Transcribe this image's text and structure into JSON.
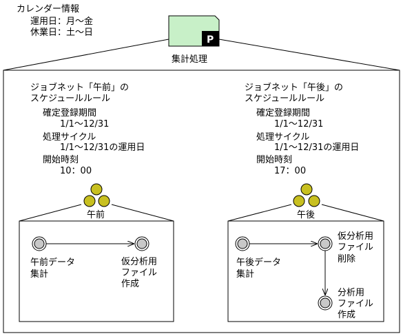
{
  "calendar": {
    "title": "カレンダー情報",
    "line1": "運用日：月～金",
    "line2": "休業日：土～日"
  },
  "root_job": {
    "label": "集計処理",
    "badge": "P"
  },
  "left_net": {
    "title1": "ジョブネット「午前」の",
    "title2": "スケジュールルール",
    "period_label": "確定登録期間",
    "period_value": "1/1～12/31",
    "cycle_label": "処理サイクル",
    "cycle_value": "1/1～12/31の運用日",
    "start_label": "開始時刻",
    "start_value": "10：00",
    "net_label": "午前",
    "job1": [
      "午前データ",
      "集計"
    ],
    "job2": [
      "仮分析用",
      "ファイル",
      "作成"
    ]
  },
  "right_net": {
    "title1": "ジョブネット「午後」の",
    "title2": "スケジュールルール",
    "period_label": "確定登録期間",
    "period_value": "1/1～12/31",
    "cycle_label": "処理サイクル",
    "cycle_value": "1/1～12/31の運用日",
    "start_label": "開始時刻",
    "start_value": "17：00",
    "net_label": "午後",
    "job1": [
      "午後データ",
      "集計"
    ],
    "job2": [
      "仮分析用",
      "ファイル",
      "削除"
    ],
    "job3": [
      "分析用",
      "ファイル",
      "作成"
    ]
  },
  "colors": {
    "root_fill": "#c8f0c8",
    "net_icon_fill": "#c8c020",
    "node_fill": "#c8c8c8",
    "badge_fill": "#000000"
  }
}
